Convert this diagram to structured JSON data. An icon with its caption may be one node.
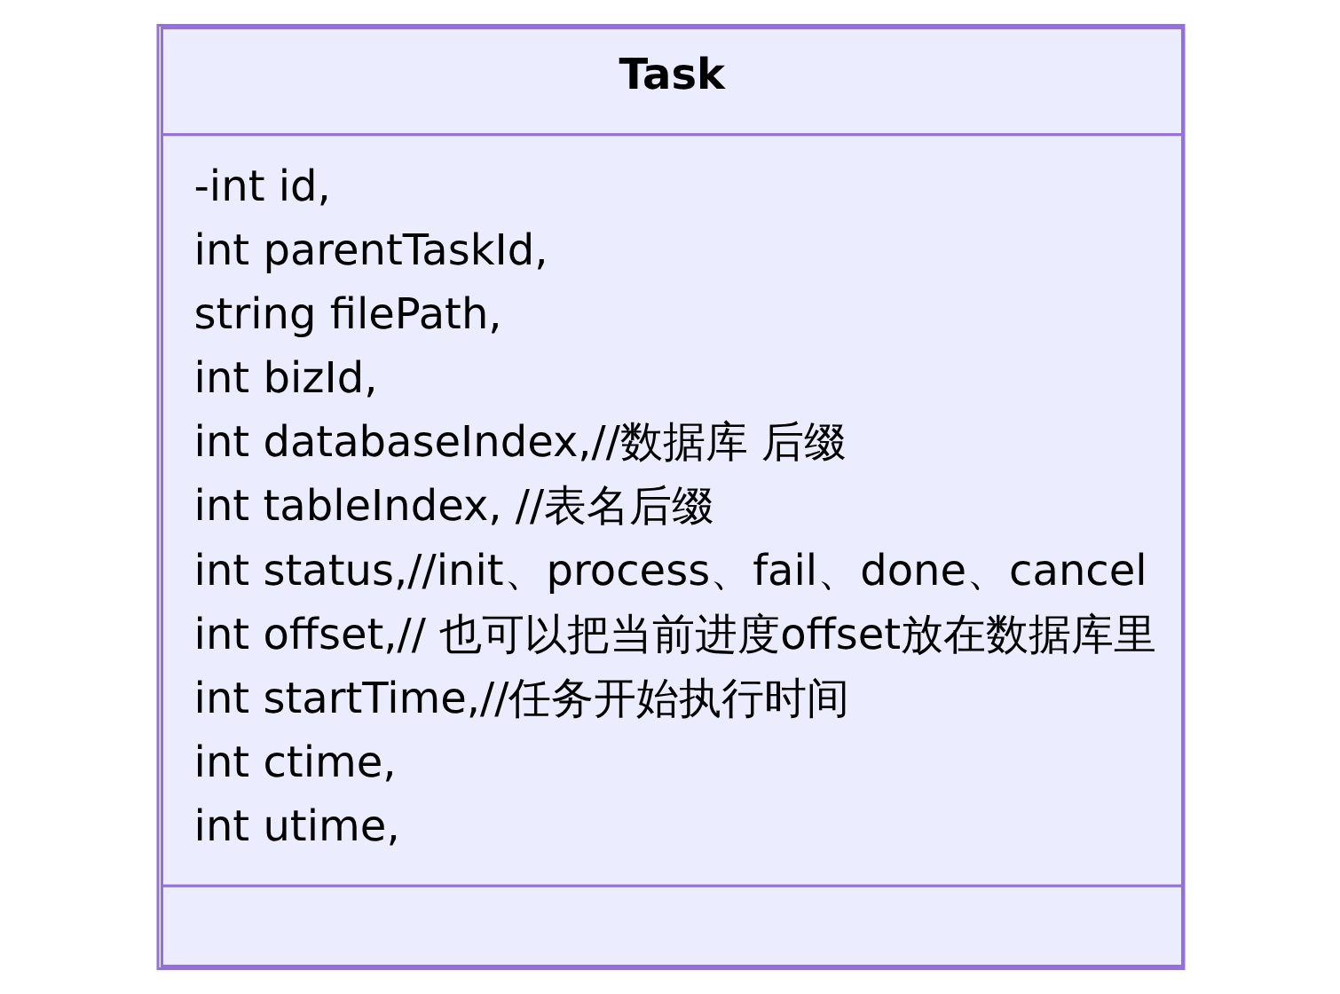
{
  "diagram": {
    "nodes": [
      {
        "text": [
          "Task",
          "-int id,",
          "int parentTaskId,",
          "string filePath,",
          "int bizId,",
          "int databaseIndex,//数据库 后缀",
          "int tableIndex, //表名后缀",
          "int status,//init、process、fail、done、cancel",
          "int offset,// 也可以把当前进度offset放在数据库里",
          "int startTime,//任务开始执行时间",
          "int ctime,",
          "int utime,"
        ]
      }
    ]
  }
}
